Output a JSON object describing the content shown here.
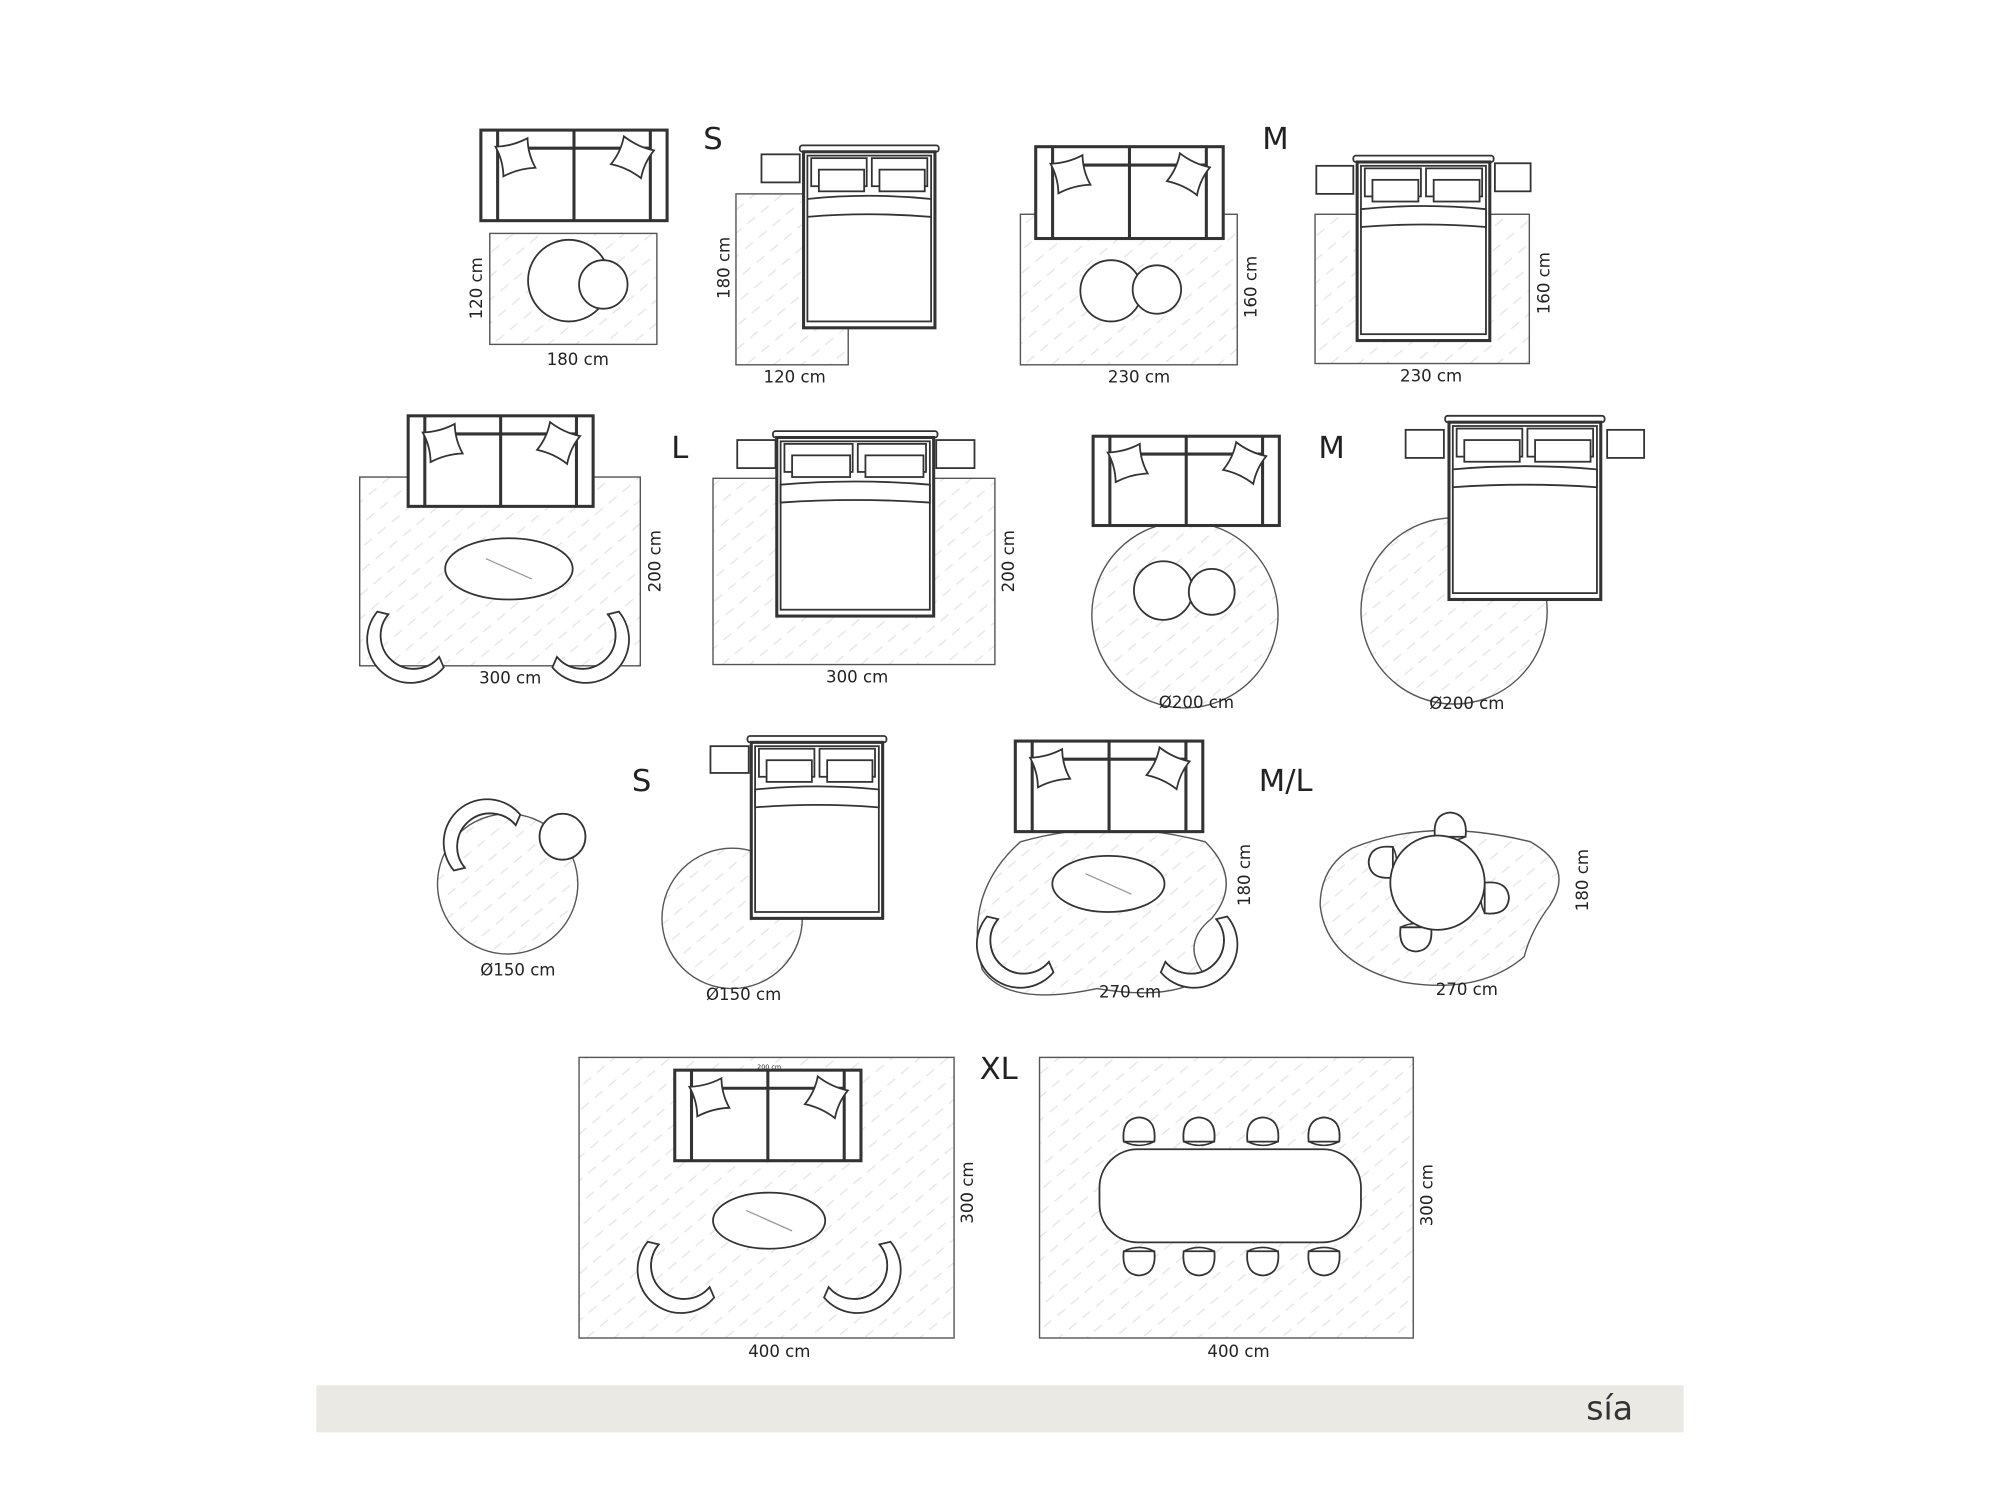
{
  "title": "Rug size guide",
  "sizes": {
    "s1": "S",
    "m1": "M",
    "l": "L",
    "m2": "M",
    "s2": "S",
    "ml": "M/L",
    "xl": "XL"
  },
  "row1": {
    "sofa_rect": {
      "h": "120 cm",
      "w": "180 cm"
    },
    "bed_rect": {
      "h": "180 cm",
      "w": "120 cm"
    },
    "sofa_m": {
      "h": "160 cm",
      "w": "230 cm"
    },
    "bed_m": {
      "h": "160 cm",
      "w": "230 cm"
    }
  },
  "row2": {
    "sofa_l": {
      "h": "200 cm",
      "w": "300 cm"
    },
    "bed_l": {
      "h": "200 cm",
      "w": "300 cm"
    },
    "sofa_round": {
      "d": "Ø200 cm"
    },
    "bed_round": {
      "d": "Ø200 cm"
    }
  },
  "row3": {
    "chair_round": {
      "d": "Ø150 cm"
    },
    "bed_round": {
      "d": "Ø150 cm"
    },
    "sofa_organic": {
      "h": "180 cm",
      "w": "270 cm"
    },
    "dining_organic": {
      "h": "180 cm",
      "w": "270 cm"
    }
  },
  "row4": {
    "sofa_xl": {
      "h": "300 cm",
      "w": "400 cm",
      "sofa_width": "200 cm"
    },
    "dining_xl": {
      "h": "300 cm",
      "w": "400 cm"
    }
  },
  "footer": {
    "brand": "sía",
    "background": "#ebe9e4"
  }
}
